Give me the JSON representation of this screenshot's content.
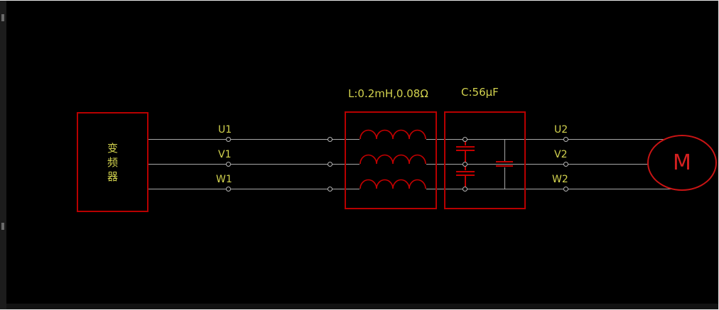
{
  "diagram": {
    "inverter": {
      "label": "变频器",
      "chars": [
        "变",
        "频",
        "器"
      ]
    },
    "phases_in": [
      {
        "label": "U1"
      },
      {
        "label": "V1"
      },
      {
        "label": "W1"
      }
    ],
    "phases_out": [
      {
        "label": "U2"
      },
      {
        "label": "V2"
      },
      {
        "label": "W2"
      }
    ],
    "inductor": {
      "label": "L:0.2mH,0.08Ω"
    },
    "capacitor": {
      "label": "C:56μF"
    },
    "motor": {
      "label": "M"
    },
    "colors": {
      "background": "#000000",
      "component_red": "#b80000",
      "symbol_red": "#c40000",
      "wire_gray": "#a8a8a8",
      "label_yellow": "#d2d24e",
      "motor_red": "#d42020"
    }
  }
}
